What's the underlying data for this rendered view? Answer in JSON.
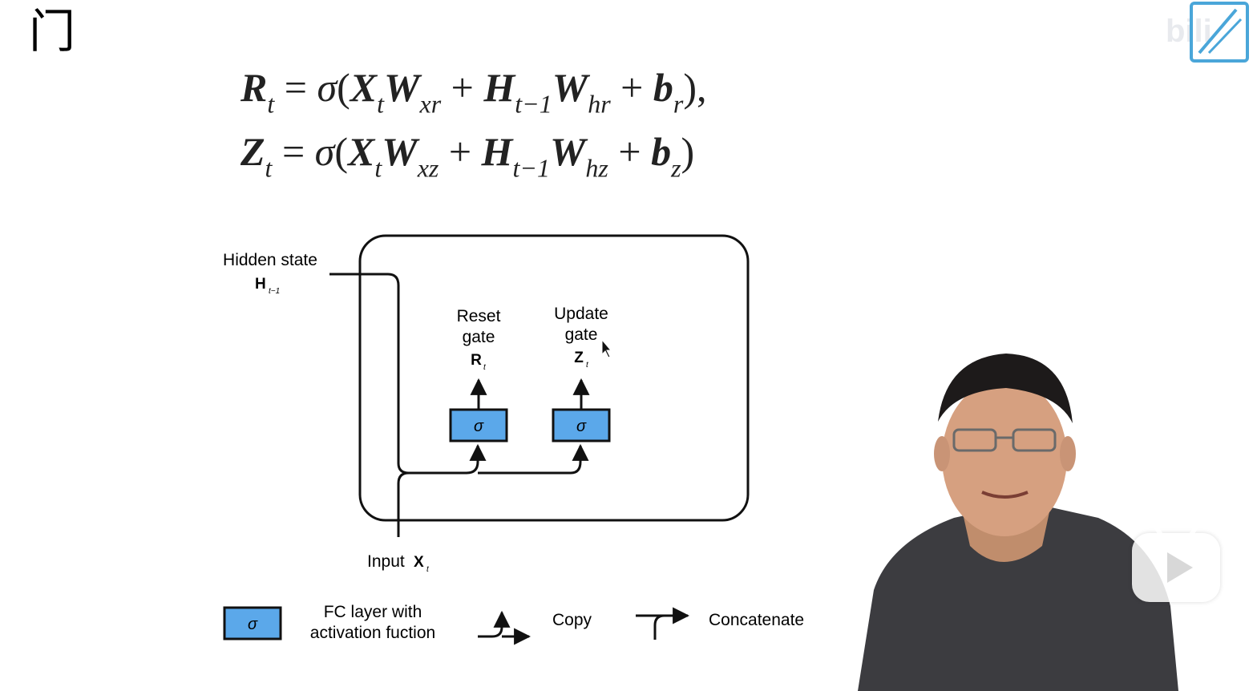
{
  "slide": {
    "title": "门",
    "equation_r": {
      "lhs": "R",
      "lhs_sub": "t",
      "sigma": "σ",
      "x": "X",
      "x_sub": "t",
      "w1": "W",
      "w1_sub": "xr",
      "h": "H",
      "h_sub": "t−1",
      "w2": "W",
      "w2_sub": "hr",
      "b": "b",
      "b_sub": "r",
      "tail": "),"
    },
    "equation_z": {
      "lhs": "Z",
      "lhs_sub": "t",
      "sigma": "σ",
      "x": "X",
      "x_sub": "t",
      "w1": "W",
      "w1_sub": "xz",
      "h": "H",
      "h_sub": "t−1",
      "w2": "W",
      "w2_sub": "hz",
      "b": "b",
      "b_sub": "z",
      "tail": ")"
    }
  },
  "diagram": {
    "hidden_state_label": "Hidden state",
    "hidden_state_symbol": "H",
    "hidden_state_sub": "t−1",
    "reset_gate_line1": "Reset",
    "reset_gate_line2": "gate",
    "reset_gate_symbol": "R",
    "reset_gate_sub": "t",
    "update_gate_line1": "Update",
    "update_gate_line2": "gate",
    "update_gate_symbol": "Z",
    "update_gate_sub": "t",
    "sigma": "σ",
    "input_label": "Input",
    "input_symbol": "X",
    "input_sub": "t",
    "box_color": "#5ba8ea"
  },
  "legend": {
    "sigma": "σ",
    "fc_line1": "FC layer with",
    "fc_line2": "activation fuction",
    "copy": "Copy",
    "concatenate": "Concatenate"
  },
  "watermark": {
    "logo_icon": "bilibili-logo-icon"
  },
  "player": {
    "play_icon": "play-icon"
  }
}
